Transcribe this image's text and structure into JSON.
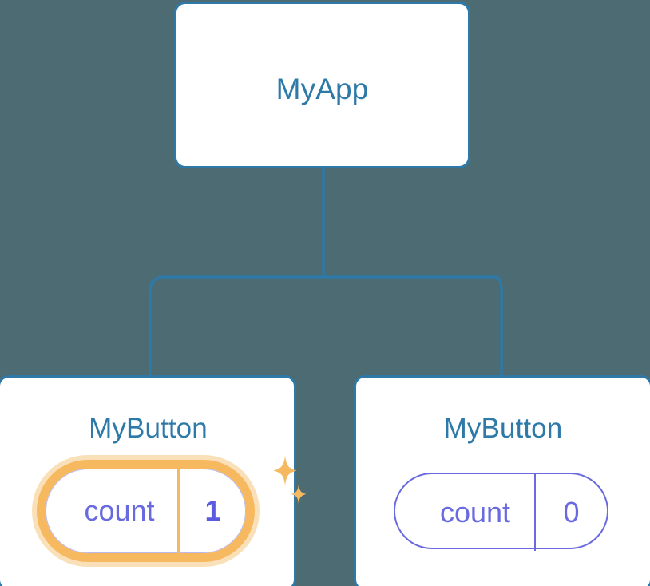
{
  "diagram": {
    "type": "component-tree",
    "background_color": "#4d6b73",
    "node_border_color": "#2f79a8",
    "node_title_color": "#2d79a8",
    "connector_color": "#2f79a8",
    "prop_color": "#6a6ae0",
    "highlight_color": "#f7b95f",
    "highlight_glow_color": "#fae0b8",
    "root": {
      "title": "MyApp"
    },
    "children": [
      {
        "title": "MyButton",
        "prop_key": "count",
        "prop_value": "1",
        "highlighted": true,
        "sparkle_icons": [
          "sparkle-large-icon",
          "sparkle-small-icon"
        ]
      },
      {
        "title": "MyButton",
        "prop_key": "count",
        "prop_value": "0",
        "highlighted": false
      }
    ]
  }
}
